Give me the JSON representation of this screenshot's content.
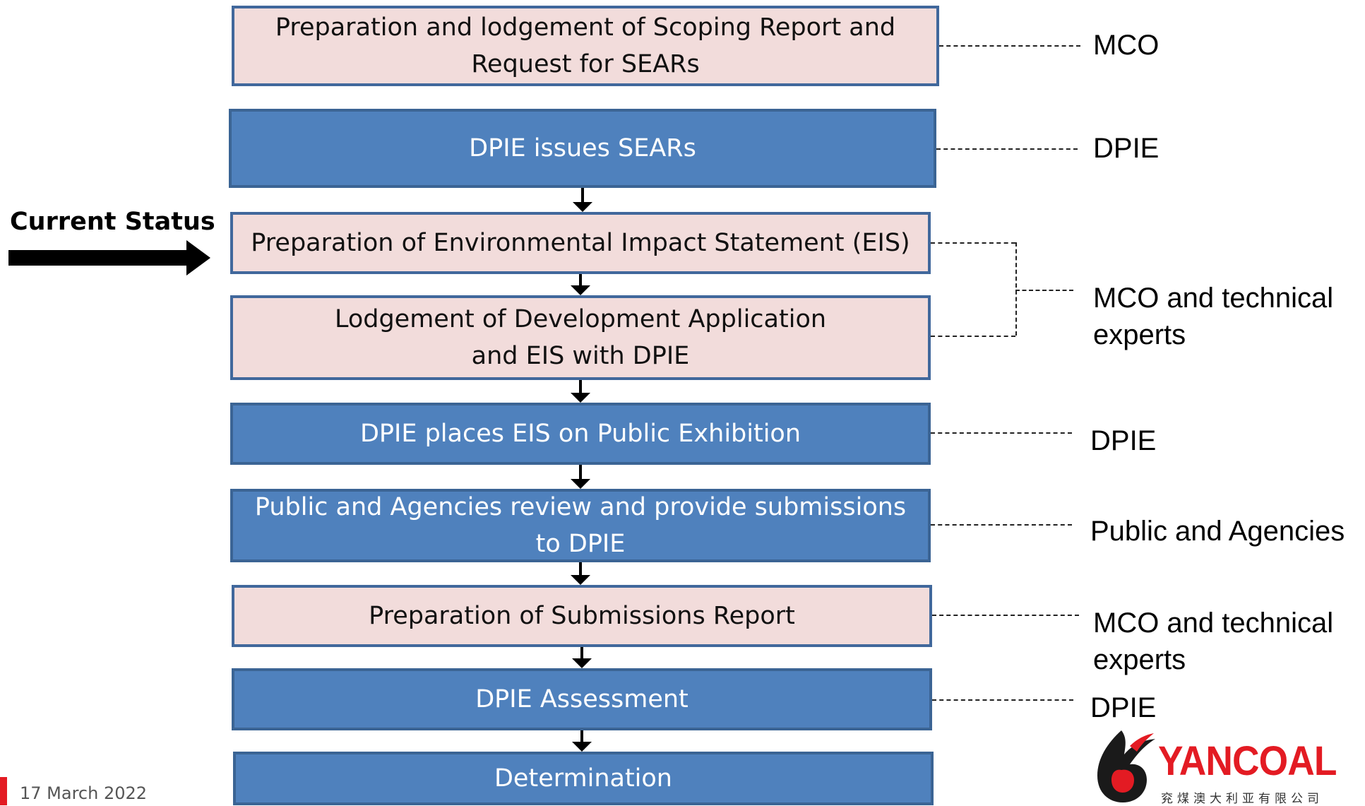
{
  "steps": [
    {
      "text": "Preparation and lodgement of Scoping Report and\nRequest for SEARs",
      "style": "pink"
    },
    {
      "text": "DPIE issues SEARs",
      "style": "blue"
    },
    {
      "text": "Preparation of Environmental Impact Statement (EIS)",
      "style": "pink"
    },
    {
      "text": "Lodgement of Development Application\nand EIS with DPIE",
      "style": "pink"
    },
    {
      "text": "DPIE places EIS on Public Exhibition",
      "style": "blue"
    },
    {
      "text": "Public and Agencies review and provide submissions\nto DPIE",
      "style": "blue"
    },
    {
      "text": "Preparation of Submissions Report",
      "style": "pink"
    },
    {
      "text": "DPIE Assessment",
      "style": "blue"
    },
    {
      "text": "Determination",
      "style": "blue"
    }
  ],
  "responsibility": [
    {
      "text": "MCO"
    },
    {
      "text": "DPIE"
    },
    {
      "text": "MCO and technical\nexperts"
    },
    {
      "text": "DPIE"
    },
    {
      "text": "Public and Agencies"
    },
    {
      "text": "MCO and technical\nexperts"
    },
    {
      "text": "DPIE"
    }
  ],
  "current_status": {
    "label": "Current Status",
    "step_index": 2
  },
  "footer": {
    "date": "17 March 2022"
  },
  "logo": {
    "wordmark": "YANCOAL",
    "chinese": "兖煤澳大利亚有限公司"
  },
  "colors": {
    "pink": "#f2dcdb",
    "blue": "#4f81bd",
    "border": "#41689c",
    "accent": "#e31b23"
  }
}
